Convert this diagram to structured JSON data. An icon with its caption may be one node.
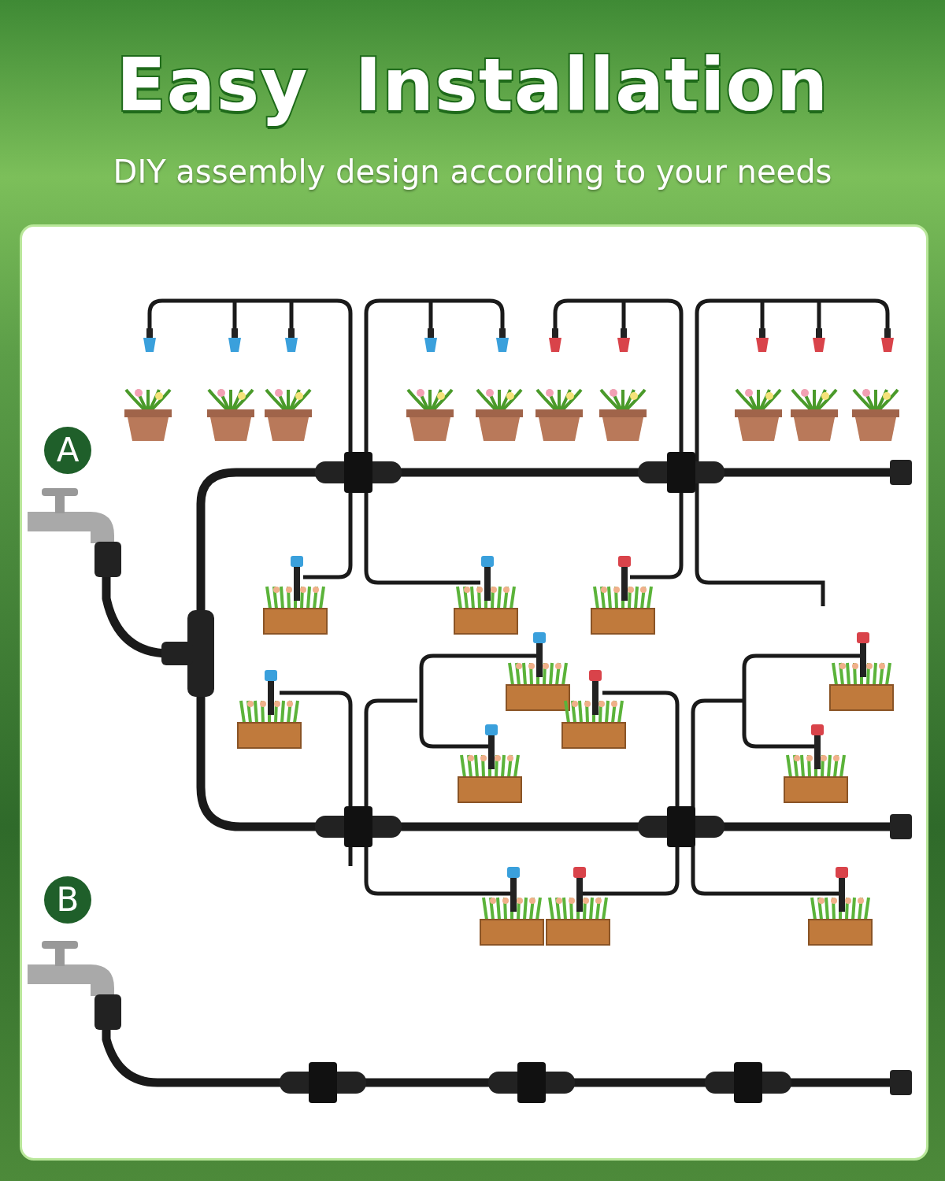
{
  "diagram": {
    "title": "Easy Installation",
    "nodes": [
      {
        "text": [
          "A"
        ]
      },
      {
        "text": [
          "B"
        ]
      }
    ],
    "labels": [
      "DIY assembly design according to your needs"
    ]
  }
}
